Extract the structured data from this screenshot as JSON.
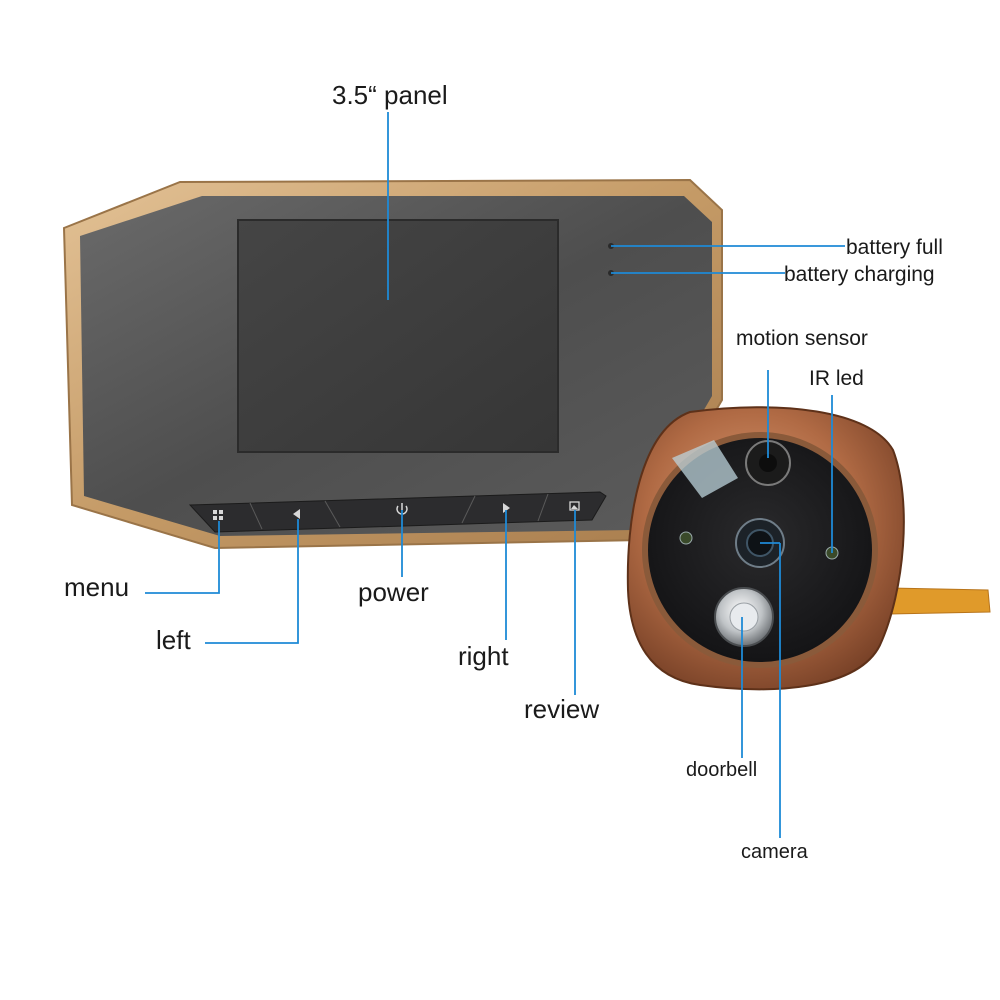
{
  "labels": {
    "panel": "3.5“ panel",
    "battery_full": "battery full",
    "battery_charging": "battery charging",
    "motion_sensor": "motion sensor",
    "ir_led": "IR led",
    "menu": "menu",
    "left": "left",
    "power": "power",
    "right": "right",
    "review": "review",
    "doorbell": "doorbell",
    "camera": "camera"
  },
  "colors": {
    "leader_line": "#1e8ad6",
    "bezel_gold": "#c9a16e",
    "screen_dark": "#3b3b3b",
    "door_unit_bronze": "#a0613e"
  },
  "icons": {
    "menu": "grid-icon",
    "left": "left-triangle-icon",
    "power": "power-icon",
    "right": "right-triangle-icon",
    "review": "image-icon"
  }
}
